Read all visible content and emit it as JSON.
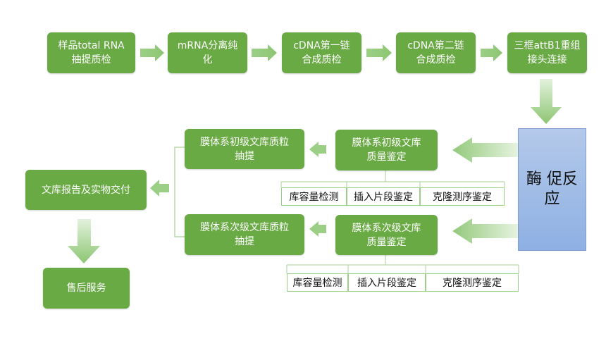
{
  "colors": {
    "box_fill": "#6aaa45",
    "arrow_fill": "#9ccf86",
    "connector": "#b8d9a8",
    "enzyme_fill": "#a9c2e8"
  },
  "steps": {
    "s1": [
      "样品total RNA",
      "抽提质检"
    ],
    "s2": [
      "mRNA分离纯",
      "化"
    ],
    "s3": [
      "cDNA第一链",
      "合成质检"
    ],
    "s4": [
      "cDNA第二链",
      "合成质检"
    ],
    "s5": [
      "三框attB1重组",
      "接头连接"
    ]
  },
  "enzyme": [
    "酶",
    "促",
    "反",
    "应"
  ],
  "primary": {
    "qc": [
      "膜体系初级文库",
      "质量鉴定"
    ],
    "extract": [
      "膜体系初级文库质粒",
      "抽提"
    ],
    "tests": [
      "库容量检测",
      "插入片段鉴定",
      "克隆测序鉴定"
    ]
  },
  "secondary": {
    "qc": [
      "膜体系次级文库",
      "质量鉴定"
    ],
    "extract": [
      "膜体系次级文库质粒",
      "抽提"
    ],
    "tests": [
      "库容量检测",
      "插入片段鉴定",
      "克隆测序鉴定"
    ]
  },
  "delivery": "文库报告及实物交付",
  "service": "售后服务"
}
